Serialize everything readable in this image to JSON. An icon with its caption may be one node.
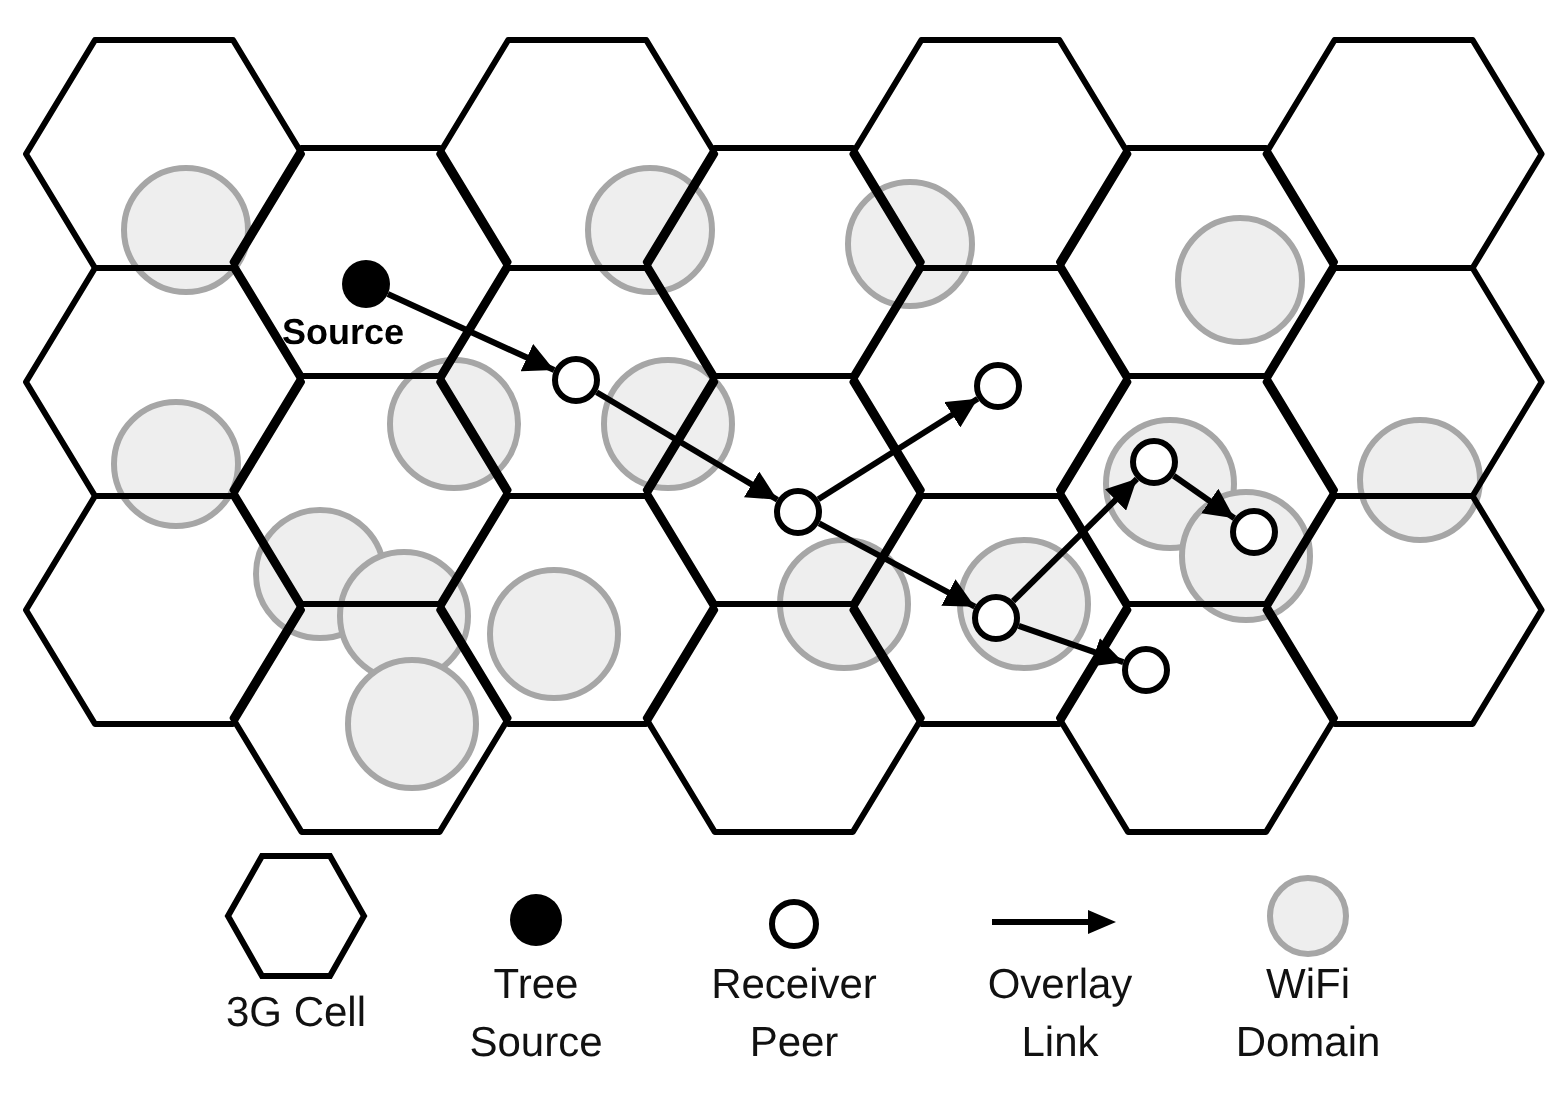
{
  "diagram": {
    "nodes": [
      {
        "text": [
          "Source"
        ]
      },
      {
        "text": [],
        "shape": "circle"
      },
      {
        "text": [],
        "shape": "circle"
      },
      {
        "text": [],
        "shape": "circle"
      },
      {
        "text": [],
        "shape": "circle"
      },
      {
        "text": [],
        "shape": "circle"
      },
      {
        "text": [],
        "shape": "circle"
      },
      {
        "text": [],
        "shape": "circle"
      }
    ],
    "edges": [
      {
        "from": 0,
        "to": 1,
        "arrow": "to"
      },
      {
        "from": 1,
        "to": 2,
        "arrow": "to"
      },
      {
        "from": 2,
        "to": 3,
        "arrow": "to"
      },
      {
        "from": 2,
        "to": 4,
        "arrow": "to"
      },
      {
        "from": 4,
        "to": 6,
        "arrow": "to"
      },
      {
        "from": 4,
        "to": 5,
        "arrow": "to"
      },
      {
        "from": 6,
        "to": 7,
        "arrow": "to"
      }
    ],
    "legend": [
      {
        "text": "3G Cell"
      },
      {
        "text": "Tree Source"
      },
      {
        "text": "Receiver Peer"
      },
      {
        "text": "Overlay Link"
      },
      {
        "text": "WiFi Domain"
      }
    ]
  }
}
